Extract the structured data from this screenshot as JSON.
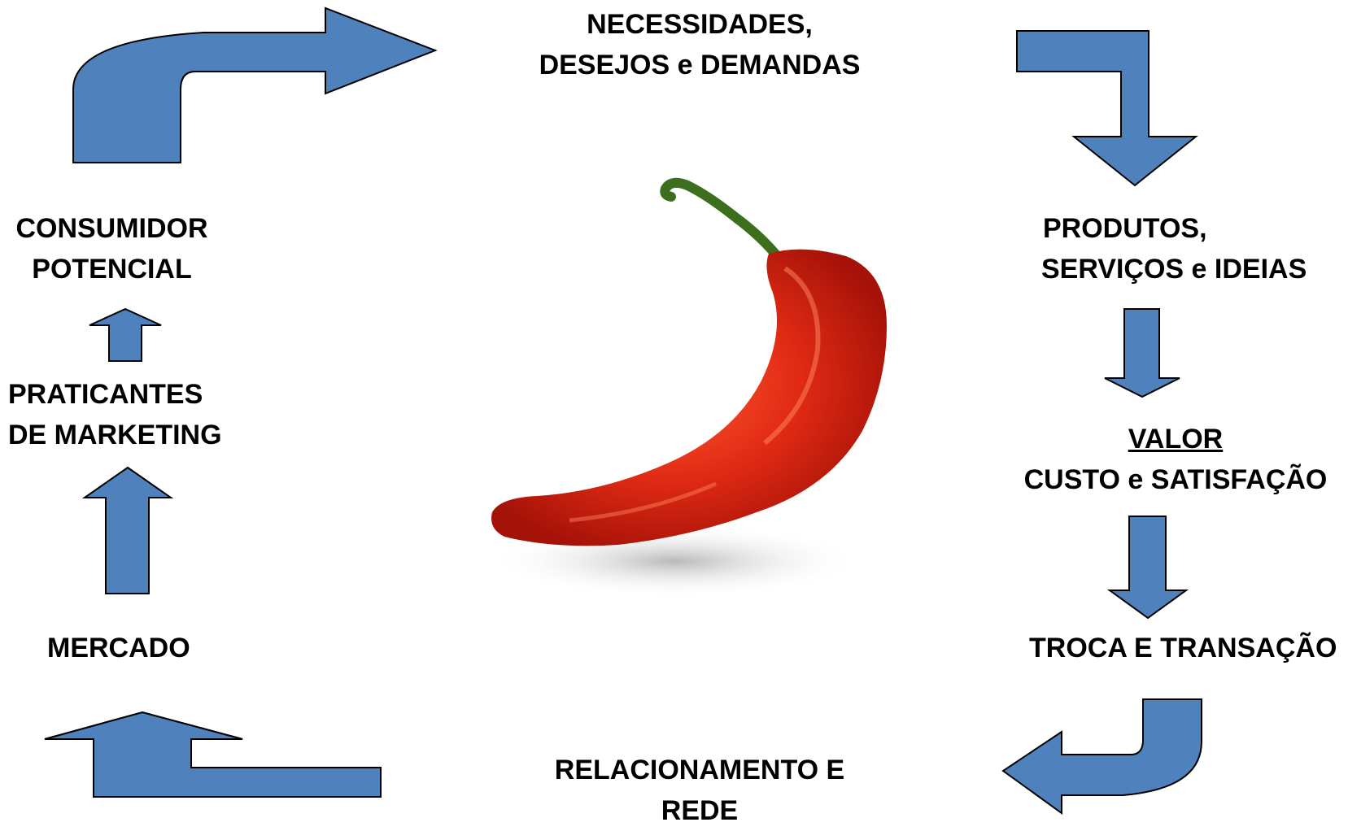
{
  "nodes": {
    "necessidades": {
      "line1": "NECESSIDADES,",
      "line2": "DESEJOS e DEMANDAS"
    },
    "produtos": {
      "line1": "PRODUTOS,",
      "line2": "SERVIÇOS e IDEIAS"
    },
    "valor": {
      "line1": "VALOR",
      "line2": "CUSTO e SATISFAÇÃO"
    },
    "troca": {
      "line1": "TROCA E TRANSAÇÃO"
    },
    "relacionamento": {
      "line1": "RELACIONAMENTO E",
      "line2": "REDE"
    },
    "mercado": {
      "line1": "MERCADO"
    },
    "praticantes": {
      "line1": "PRATICANTES",
      "line2": "DE MARKETING"
    },
    "consumidor": {
      "line1": "CONSUMIDOR",
      "line2": "POTENCIAL"
    }
  },
  "colors": {
    "arrow_fill": "#4f81bd",
    "arrow_stroke": "#000000",
    "pepper": "#e02a14",
    "stem": "#3c6e1e"
  }
}
